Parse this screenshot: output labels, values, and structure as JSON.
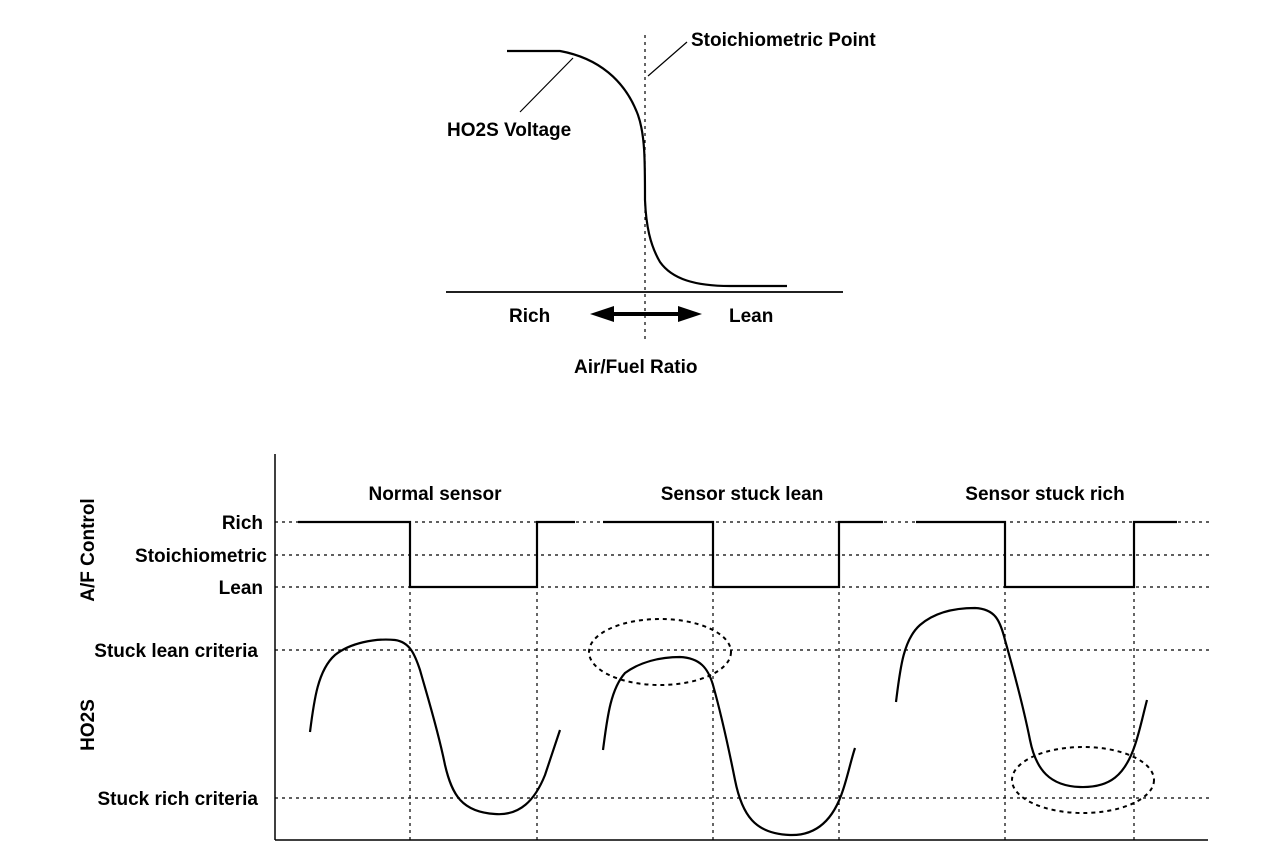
{
  "upper_diagram": {
    "curve_label": "HO2S Voltage",
    "stoich_label": "Stoichiometric Point",
    "rich_label": "Rich",
    "lean_label": "Lean",
    "axis_label": "Air/Fuel Ratio"
  },
  "lower_diagram": {
    "columns": [
      "Normal sensor",
      "Sensor stuck lean",
      "Sensor stuck rich"
    ],
    "af_control_label": "A/F Control",
    "ho2s_label": "HO2S",
    "af_levels": [
      "Rich",
      "Stoichiometric",
      "Lean"
    ],
    "criteria": [
      "Stuck lean criteria",
      "Stuck rich criteria"
    ]
  }
}
